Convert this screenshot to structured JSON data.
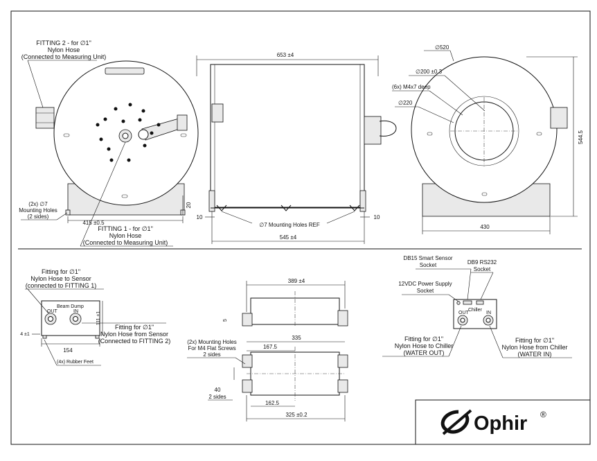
{
  "labels": {
    "fitting2": "FITTING 2 -  for ∅1\"",
    "nylon_hose": "Nylon Hose",
    "connected_measuring": "(Connected to Measuring Unit)",
    "fitting1": "FITTING 1 -  for ∅1\"",
    "mounting_holes_2x": "(2x) ∅7",
    "mounting_holes": "Mounting Holes",
    "two_sides": "(2 sides)",
    "dim_415": "415 ±0.5",
    "dim_20": "20",
    "dim_653": "653 ±4",
    "dim_10a": "10",
    "dim_10b": "10",
    "mounting_ref": "∅7 Mounting Holes REF",
    "dim_545": "545 ±4",
    "d520": "∅520",
    "d200": "∅200 ±0.3",
    "m4x7": "(6x) M4x7 deep",
    "d220": "∅220",
    "dim_5445": "544.5",
    "dim_430": "430",
    "fit_sensor_a": "Fitting for ∅1\"",
    "fit_sensor_b": "Nylon Hose to Sensor",
    "fit_sensor_c": "(connected to FITTING 1)",
    "beam_dump": "Beam Dump",
    "out": "OUT",
    "in": "IN",
    "dim_111": "111 ±1",
    "dim_4": "4 ±1",
    "dim_154": "154",
    "rubber_feet": "(4x) Rubber Feet",
    "fit_from_sensor_a": "Fitting for ∅1\"",
    "fit_from_sensor_b": "Nylon Hose from Sensor",
    "fit_from_sensor_c": "(Connected to FITTING 2)",
    "dim_389": "389 ±4",
    "dim_5": "5",
    "dim_335": "335",
    "m4_a": "(2x) Mounting Holes",
    "m4_b": "For M4 Flat Screws",
    "m4_c": "2 sides",
    "dim_1675": "167.5",
    "dim_40": "40",
    "two_sides_b": "2 sides",
    "dim_1625": "162.5",
    "dim_325": "325 ±0.2",
    "db15_a": "DB15 Smart Sensor",
    "db15_b": "Socket",
    "db9_a": "DB9 RS232",
    "db9_b": "Socket",
    "pwr_a": "12VDC Power Supply",
    "pwr_b": "Socket",
    "chiller": "Chiller",
    "chill_out_a": "Fitting for ∅1\"",
    "chill_out_b": "Nylon Hose to Chiller",
    "chill_out_c": "(WATER OUT)",
    "chill_in_a": "Fitting for ∅1\"",
    "chill_in_b": "Nylon Hose from Chiller",
    "chill_in_c": "(WATER IN)"
  },
  "logo": {
    "text": "Ophir",
    "mark": "®"
  }
}
